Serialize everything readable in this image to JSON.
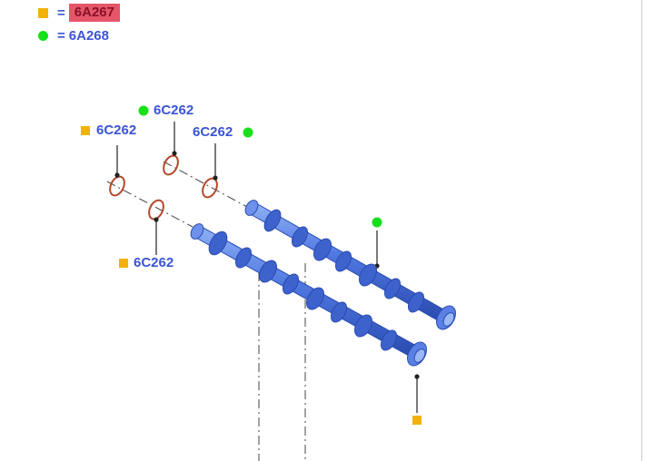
{
  "legend": [
    {
      "symbol": "square",
      "text": "6A267",
      "highlighted": true
    },
    {
      "symbol": "circle",
      "text": "6A268",
      "highlighted": false
    }
  ],
  "legend_equals": "=",
  "part_labels": {
    "seal_label_1": "6C262",
    "seal_label_2": "6C262",
    "seal_label_3": "6C262",
    "seal_label_4": "6C262"
  },
  "colors": {
    "text_blue": "#3a54d6",
    "marker_orange": "#f2b20a",
    "marker_green": "#16e01a",
    "highlight_red": "#e5566a",
    "camshaft_blue": "#4f78e0",
    "seal_red": "#b5482a"
  }
}
